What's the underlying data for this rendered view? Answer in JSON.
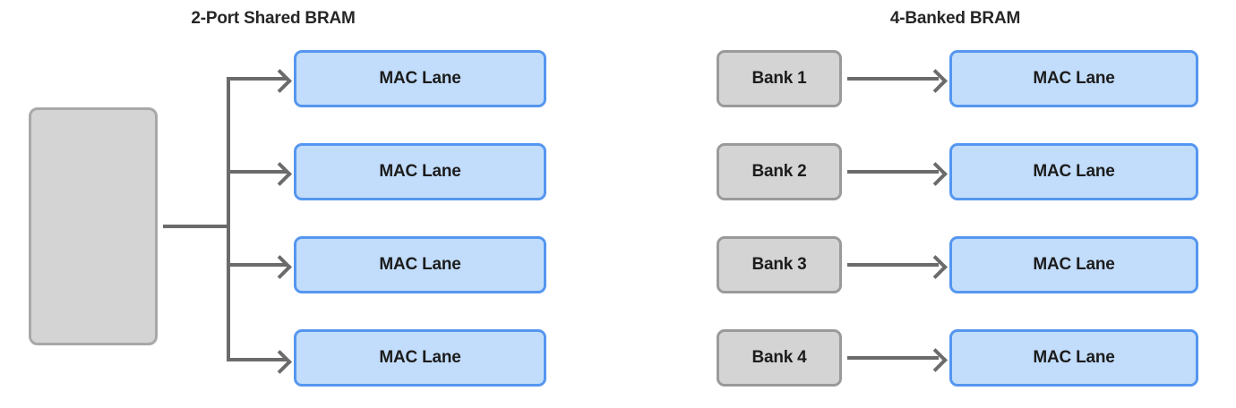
{
  "diagram": {
    "title_left": "2-Port Shared BRAM",
    "title_right": "4-Banked BRAM",
    "colors": {
      "mac_lane_fill": "#c2ddfb",
      "mac_lane_border": "#5596f0",
      "bank_fill": "#d4d4d4",
      "bank_border": "#9a9a9a",
      "bram_fill": "#d4d4d4",
      "bram_border": "#a8a8a8",
      "wire": "#6b6b6b",
      "title_text": "#262626",
      "node_text": "#1c1c1c",
      "background": "#ffffff"
    }
  },
  "left_panel": {
    "bram_label": "",
    "mac_lanes": [
      {
        "label": "MAC Lane"
      },
      {
        "label": "MAC Lane"
      },
      {
        "label": "MAC Lane"
      },
      {
        "label": "MAC Lane"
      }
    ]
  },
  "right_panel": {
    "banks": [
      {
        "label": "Bank 1"
      },
      {
        "label": "Bank 2"
      },
      {
        "label": "Bank 3"
      },
      {
        "label": "Bank 4"
      }
    ],
    "mac_lanes": [
      {
        "label": "MAC Lane"
      },
      {
        "label": "MAC Lane"
      },
      {
        "label": "MAC Lane"
      },
      {
        "label": "MAC Lane"
      }
    ]
  }
}
